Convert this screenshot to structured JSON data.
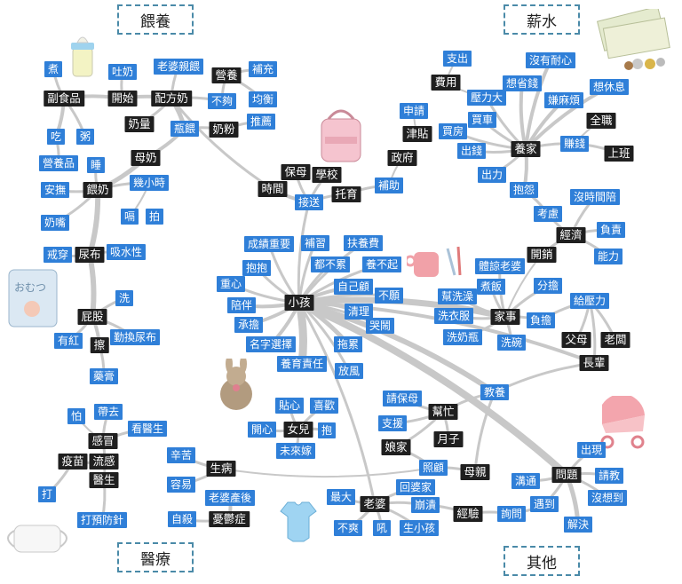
{
  "categories": {
    "feeding": "餵養",
    "salary": "薪水",
    "medical": "醫療",
    "other": "其他"
  },
  "nodes": {
    "kid": "小孩",
    "n_wean": "副食品",
    "n_start": "開始",
    "n_formula": "配方奶",
    "n_nutri": "營養",
    "n_milkq": "奶量",
    "n_bottle": "瓶餵",
    "n_powder": "奶粉",
    "n_breastmilk": "母奶",
    "n_feed": "餵奶",
    "n_diaper": "尿布",
    "n_butt": "屁股",
    "n_wipe": "擦",
    "n_time": "時間",
    "n_nanny": "保母",
    "n_school": "學校",
    "n_drop": "接送",
    "n_daycare": "托育",
    "n_gov": "政府",
    "n_subsidy": "津貼",
    "n_cost": "費用",
    "n_money": "養家",
    "n_fulltime": "全職",
    "n_work": "上班",
    "n_econ": "經濟",
    "n_spend": "開銷",
    "n_chores": "家事",
    "n_parents": "父母",
    "n_boss": "老闆",
    "n_elder": "長輩",
    "n_daughter": "女兒",
    "n_help": "幫忙",
    "n_month": "月子",
    "n_mom_home": "娘家",
    "n_mother": "母親",
    "n_cold": "感冒",
    "n_vacc": "疫苗",
    "n_flu": "流感",
    "n_doctor": "醫生",
    "n_sick": "生病",
    "n_ppd": "憂鬱症",
    "n_wife": "老婆",
    "n_exp": "經驗",
    "n_issue": "問題",
    "b_porridge": "煮",
    "b_spit": "吐奶",
    "b_wife_feed": "老婆親餵",
    "b_supp": "補充",
    "b_notenough": "不夠",
    "b_balance": "均衡",
    "b_recommend": "推薦",
    "b_eat": "吃",
    "b_congee": "粥",
    "b_nutrition": "營養品",
    "b_sleep": "睡",
    "b_soothe": "安撫",
    "b_hours": "幾小時",
    "b_pacifier": "奶嘴",
    "b_burp": "嗝",
    "b_pat": "拍",
    "b_wear": "戒穿",
    "b_absorb": "吸水性",
    "b_wash": "洗",
    "b_red": "有紅",
    "b_change": "勤換尿布",
    "b_cream": "藥膏",
    "b_pay": "支出",
    "b_nopatience": "沒有耐心",
    "b_save": "想省錢",
    "b_pressure": "壓力大",
    "b_trouble": "嫌麻煩",
    "b_rest": "想休息",
    "b_apply": "申請",
    "b_buycar": "買車",
    "b_buyhouse": "買房",
    "b_earn": "賺錢",
    "b_outcash": "出錢",
    "b_effort": "出力",
    "b_complain": "抱怨",
    "b_support": "補助",
    "b_nanny_exp": "成績重要",
    "b_tutor": "補習",
    "b_raise_fee": "扶養費",
    "b_hold": "抱抱",
    "b_noguilt": "都不累",
    "b_afford": "養不起",
    "b_heart": "重心",
    "b_self": "自己顧",
    "b_nowant": "不願",
    "b_accompany": "陪伴",
    "b_bear": "承擔",
    "b_clean": "清理",
    "b_cry": "哭鬧",
    "b_naming": "名字選擇",
    "b_tired": "拖累",
    "b_duty": "養育責任",
    "b_release": "放風",
    "b_consider": "考慮",
    "b_notime": "沒時間陪",
    "b_responsible": "負責",
    "b_ability": "能力",
    "b_nag": "體諒老婆",
    "b_cook": "煮飯",
    "b_share": "分擔",
    "b_dishes": "幫洗澡",
    "b_laundry": "洗衣服",
    "b_burden": "負擔",
    "b_givepressure": "給壓力",
    "b_bottlewash": "洗奶瓶",
    "b_washdish": "洗碗",
    "b_edu": "教養",
    "b_tiny": "貼心",
    "b_like": "喜歡",
    "b_happy": "開心",
    "b_hug": "抱",
    "b_marry": "未來嫁",
    "b_hirenanny": "請保母",
    "b_assist": "支援",
    "b_care": "照顧",
    "b_afraid": "怕",
    "b_take": "帶去",
    "b_seedoc": "看醫生",
    "b_shot": "打",
    "b_prevent": "打預防針",
    "b_hard": "辛苦",
    "b_easy": "容易",
    "b_postpartum": "老婆產後",
    "b_suicide": "自殺",
    "b_max": "最大",
    "b_goback": "回婆家",
    "b_collapse": "崩潰",
    "b_unhappy": "不爽",
    "b_shout": "吼",
    "b_givebirth": "生小孩",
    "b_ask": "詢問",
    "b_appear": "出現",
    "b_communicate": "溝通",
    "b_consult": "請教",
    "b_meet": "遇到",
    "b_unexpected": "沒想到",
    "b_solve": "解決"
  }
}
